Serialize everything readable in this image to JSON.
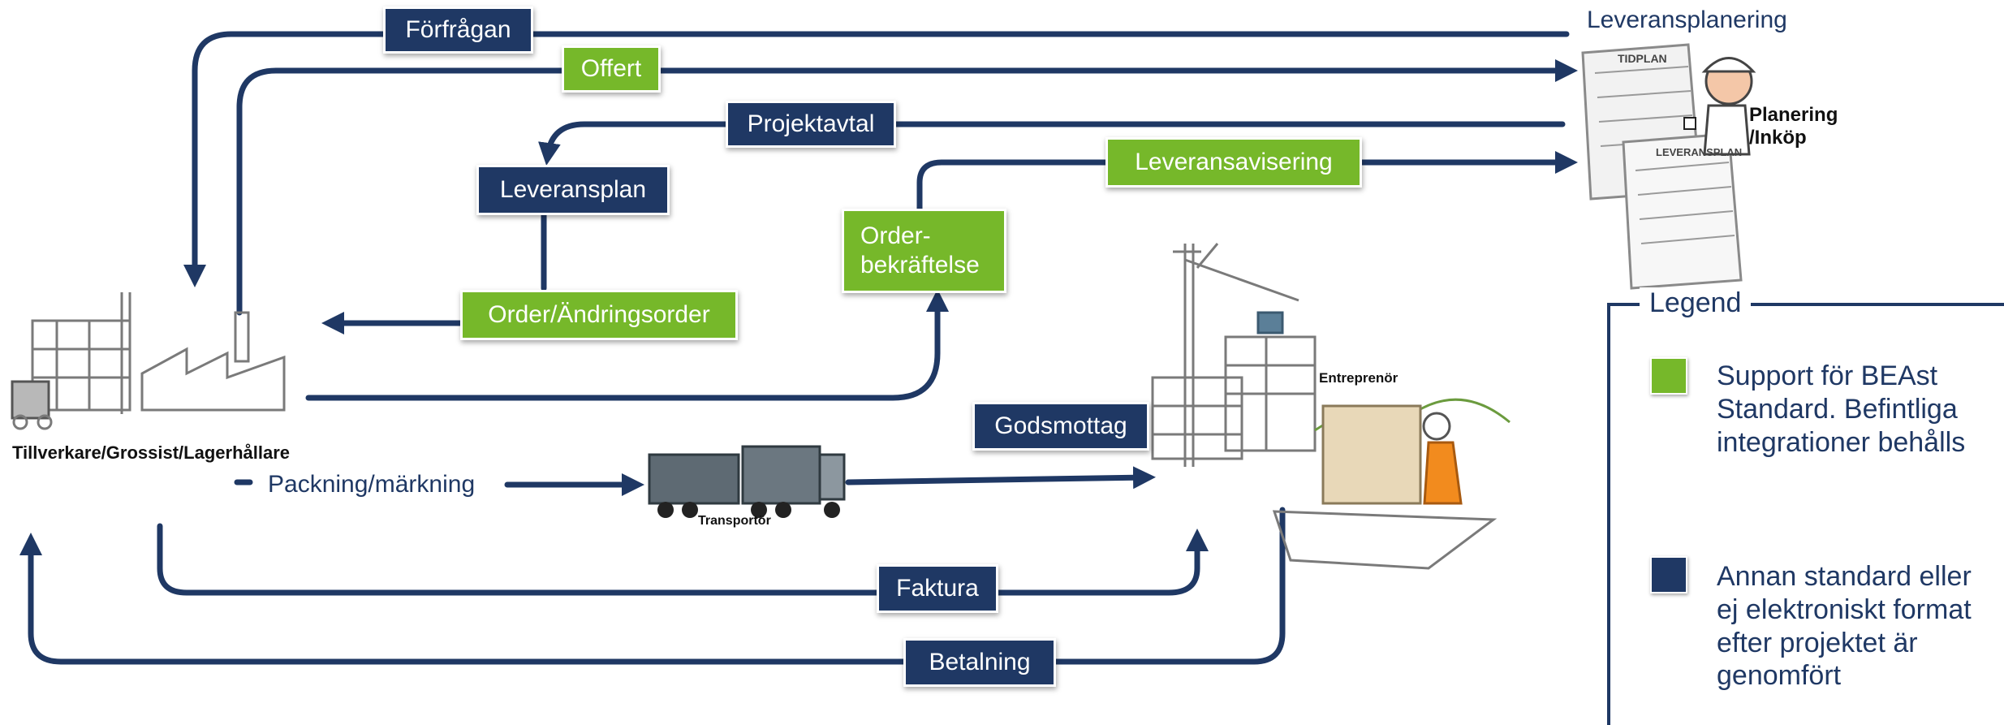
{
  "colors": {
    "proprietary": "#1f3864",
    "beast": "#76b82a"
  },
  "messages": {
    "forfragan": "Förfrågan",
    "offert": "Offert",
    "projektavtal": "Projektavtal",
    "leveransplan": "Leveransplan",
    "leveransavisering": "Leveransavisering",
    "orderbekraftelse_1": "Order-",
    "orderbekraftelse_2": "bekräftelse",
    "order_andringsorder": "Order/Ändringsorder",
    "godsmottag": "Godsmottag",
    "packning": "Packning/märkning",
    "faktura": "Faktura",
    "betalning": "Betalning"
  },
  "actors": {
    "leveransplanering": "Leveransplanering",
    "planering_1": "Planering",
    "planering_2": "/Inköp",
    "tidplan": "TIDPLAN",
    "leveransplan_doc": "LEVERANSPLAN",
    "tillverkare": "Tillverkare/Grossist/Lagerhållare",
    "transportor": "Transportör",
    "entreprenor": "Entreprenör"
  },
  "legend": {
    "title": "Legend",
    "beast": {
      "line1": "Support för BEAst",
      "line2": "Standard. Befintliga",
      "line3": "integrationer behålls",
      "color": "#76b82a"
    },
    "other": {
      "line1": "Annan standard eller",
      "line2": "ej elektroniskt format",
      "line3": "efter projektet är",
      "line4": "genomfört",
      "color": "#1f3864"
    }
  }
}
